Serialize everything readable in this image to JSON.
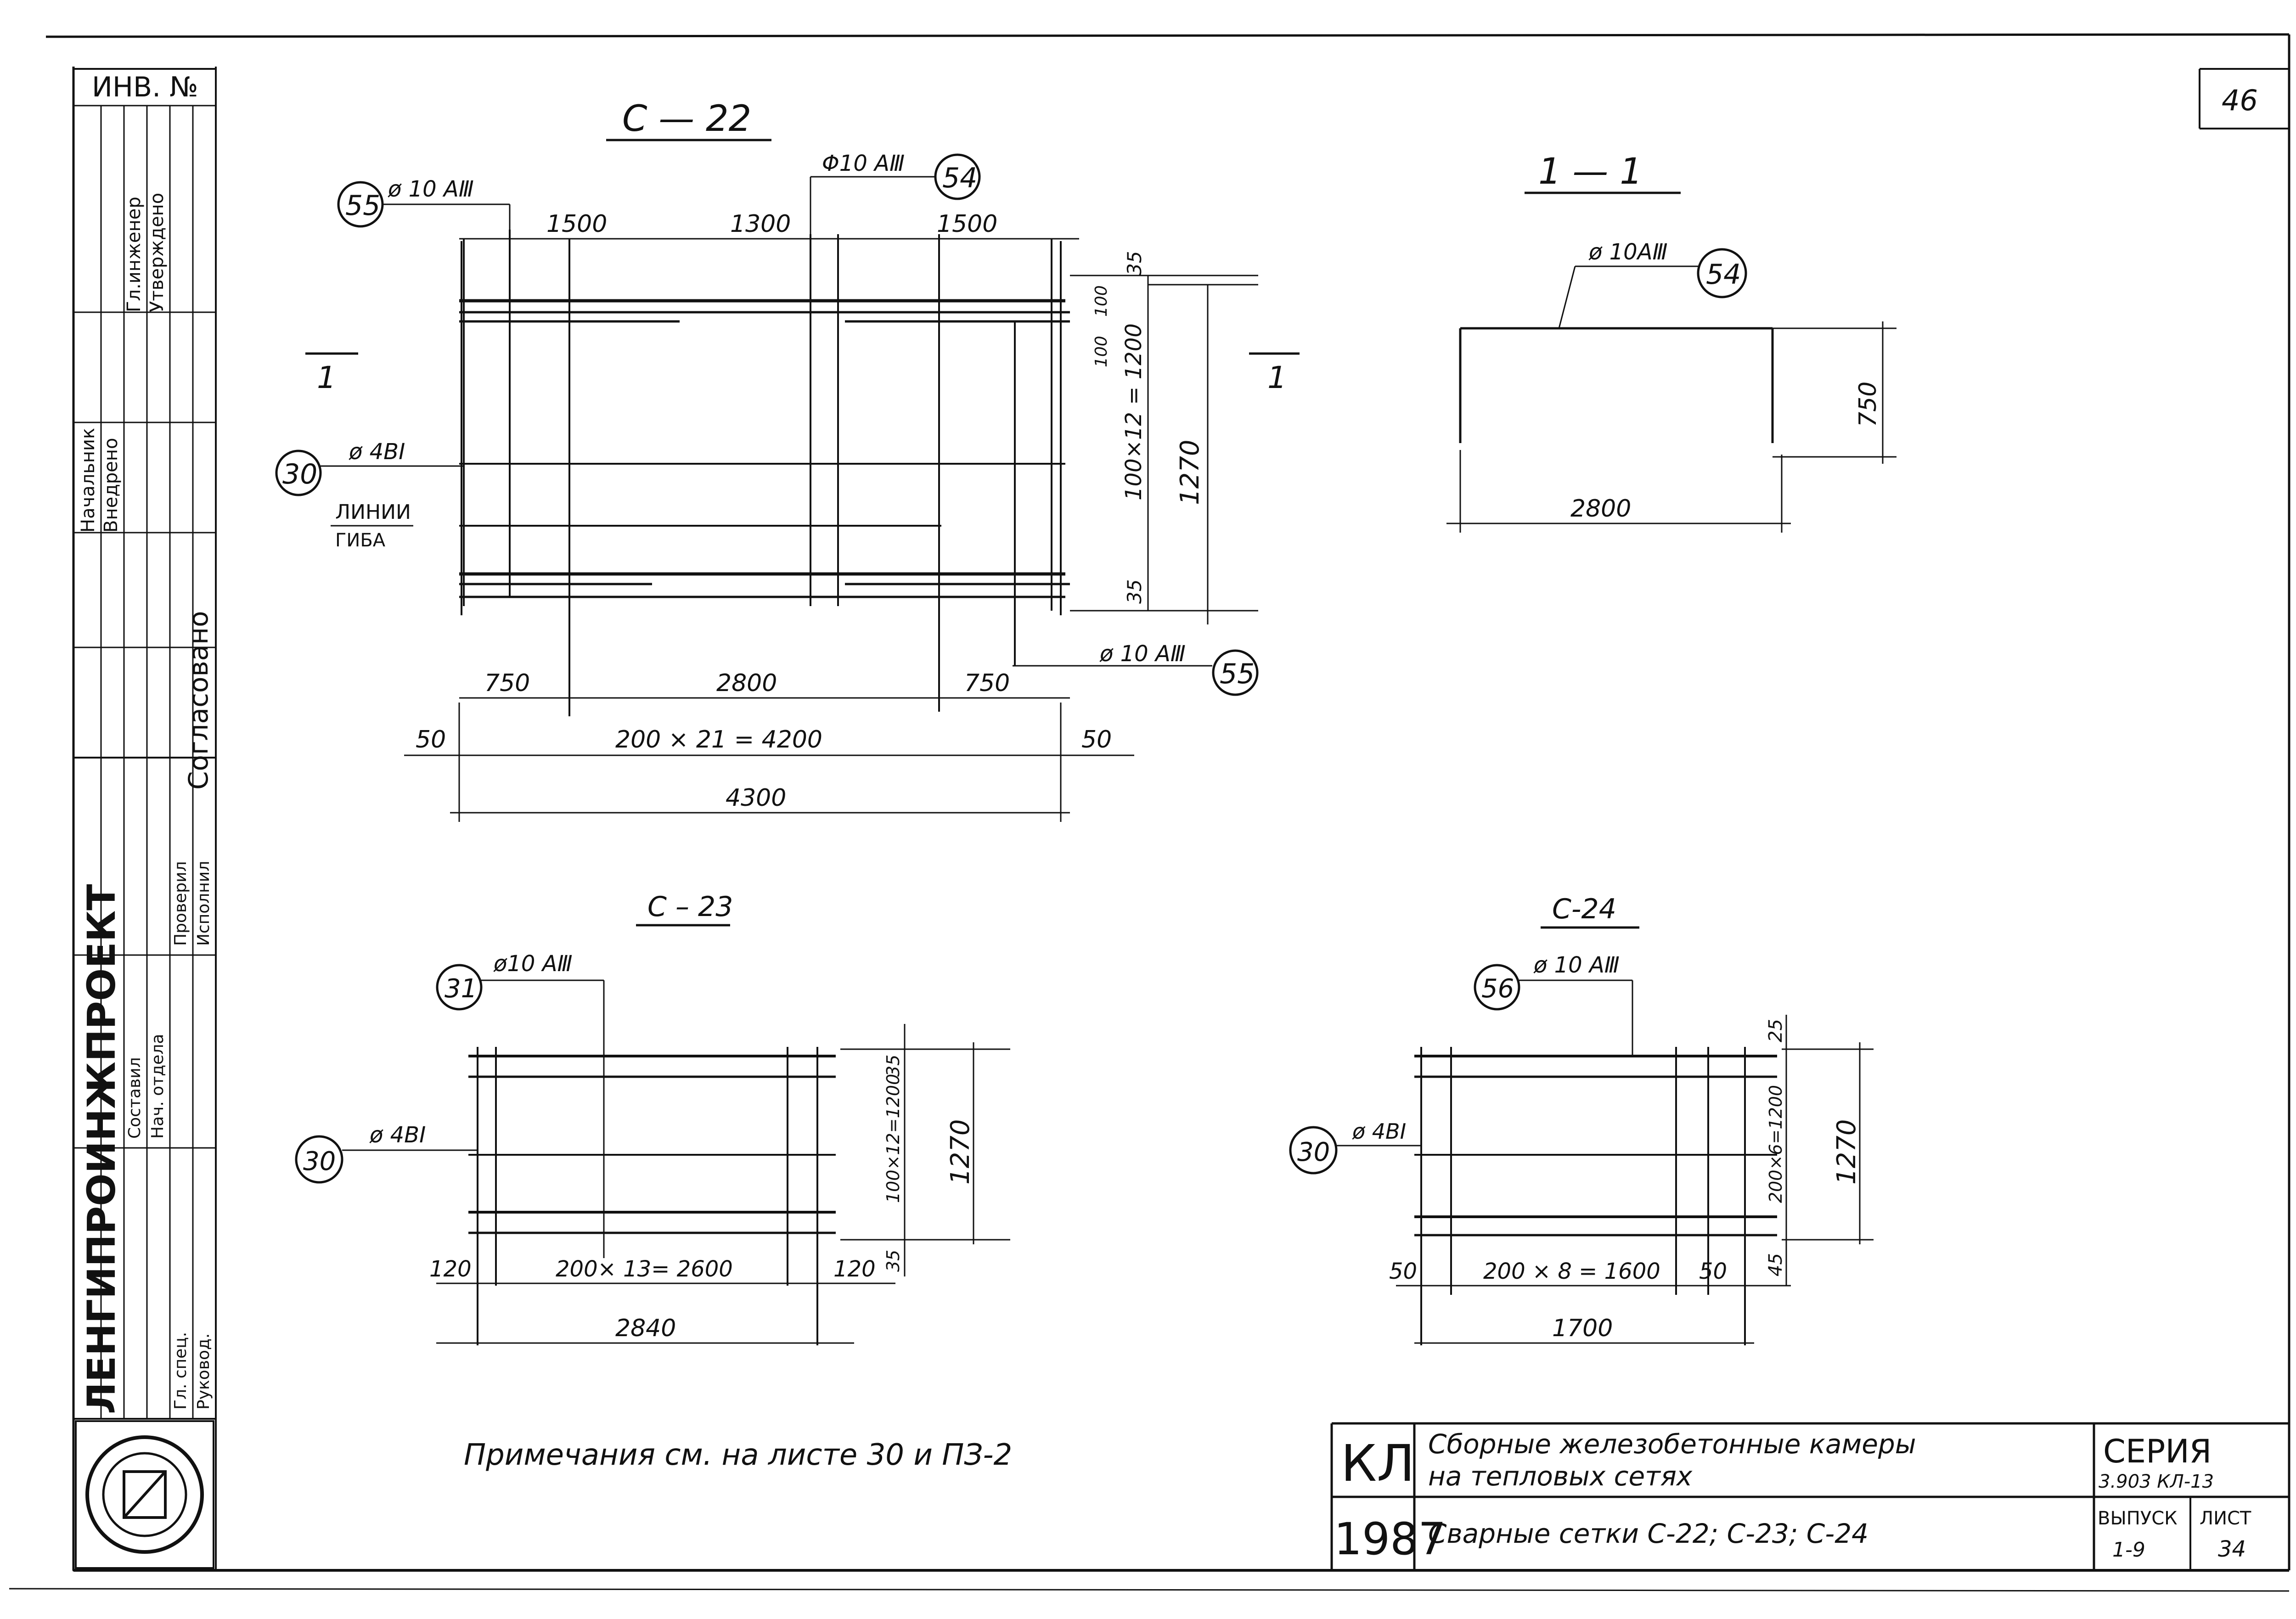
{
  "sheet_number": "46",
  "stamp": {
    "header": "ИНВ. №",
    "company": "ЛЕНГИПРОИНЖПРОЕКТ",
    "agreed": "Согласовано",
    "cells": [
      "Начальник",
      "Внедрено",
      "Гл.инженер",
      "Утверждено",
      "Проверил",
      "Исполнил",
      "Составил",
      "Нач. отдела",
      "Гл. спец.",
      "Руковод."
    ]
  },
  "views": {
    "c22": {
      "title": "С — 22",
      "section_left": "1",
      "section_right": "1",
      "callouts": {
        "left_top": "55",
        "top_right": "54",
        "left_mid": "30",
        "bottom_right": "55"
      },
      "bar_labels": {
        "left_top": "ø 10 АⅢ",
        "top_right": "Φ10 АⅢ",
        "left_mid": "ø 4ВⅠ",
        "bottom_right": "ø 10 АⅢ"
      },
      "bend_line_label": [
        "ЛИНИИ",
        "ГИБА"
      ],
      "dims_top": [
        "1500",
        "1300",
        "1500"
      ],
      "dims_right_inner": [
        "35",
        "100",
        "100",
        "100×12 = 1200",
        "35"
      ],
      "dim_right_outer": "1270",
      "dims_bottom": [
        "750",
        "2800",
        "750"
      ],
      "dims_bottom2": [
        "50",
        "200 × 21 = 4200",
        "50"
      ],
      "dim_total": "4300"
    },
    "section11": {
      "title": "1 — 1",
      "callout": "54",
      "bar_label": "ø 10АⅢ",
      "dim_height": "750",
      "dim_width": "2800"
    },
    "c23": {
      "title": "С – 23",
      "callouts": {
        "top": "31",
        "left": "30"
      },
      "bar_labels": {
        "top": "ø10 АⅢ",
        "left": "ø 4ВⅠ"
      },
      "dims_right": [
        "35",
        "100×12=1200",
        "35"
      ],
      "dim_right_outer": "1270",
      "dims_bottom": [
        "120",
        "200× 13= 2600",
        "120"
      ],
      "dim_total": "2840"
    },
    "c24": {
      "title": "С-24",
      "callouts": {
        "top": "56",
        "left": "30"
      },
      "bar_labels": {
        "top": "ø 10 АⅢ",
        "left": "ø 4ВⅠ"
      },
      "dims_right": [
        "25",
        "200×6=1200",
        "45"
      ],
      "dim_right_outer": "1270",
      "dims_bottom": [
        "50",
        "200 × 8 = 1600",
        "50"
      ],
      "dim_total": "1700"
    }
  },
  "note": "Примечания см. на листе 30 и ПЗ-2",
  "title_block": {
    "code": "КЛ",
    "year": "1987",
    "title_line1": "Сборные железобетонные камеры",
    "title_line2": "на тепловых сетях",
    "subtitle": "Сварные сетки С-22; С-23; С-24",
    "series_label": "СЕРИЯ",
    "series_value": "3.903 КЛ-13",
    "issue_label": "ВЫПУСК",
    "issue_value": "1-9",
    "sheet_label": "ЛИСТ",
    "sheet_value": "34"
  }
}
